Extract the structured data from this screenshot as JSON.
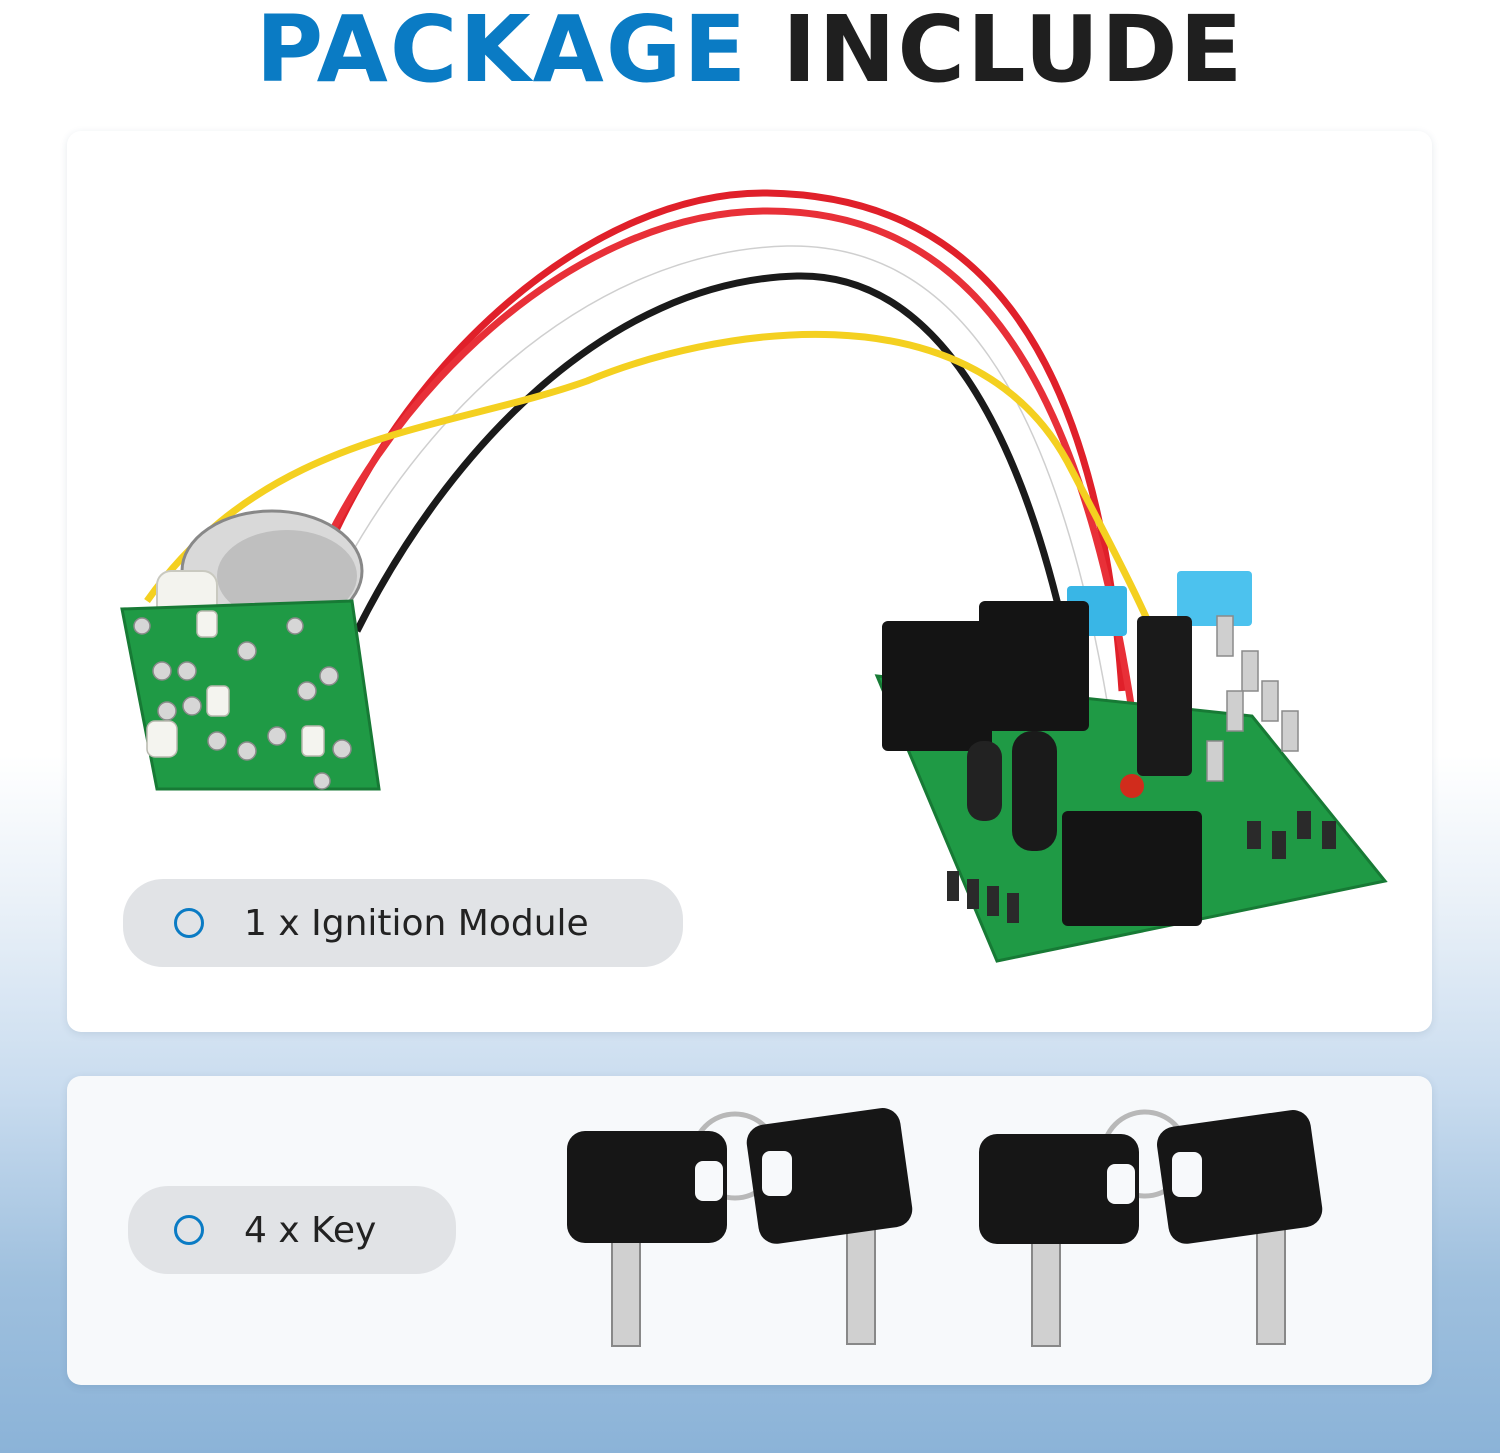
{
  "header": {
    "title_part1": "PACKAGE",
    "title_part2": "INCLUDE"
  },
  "items": [
    {
      "label": "1 x Ignition Module",
      "icon": "ring-bullet-icon"
    },
    {
      "label": "4 x Key",
      "icon": "ring-bullet-icon"
    }
  ],
  "colors": {
    "accent": "#0a7bc4",
    "title_dark": "#1f1f1f",
    "pcb": "#1f9a45",
    "wire_red": "#e0202a",
    "wire_yellow": "#f4d020"
  }
}
